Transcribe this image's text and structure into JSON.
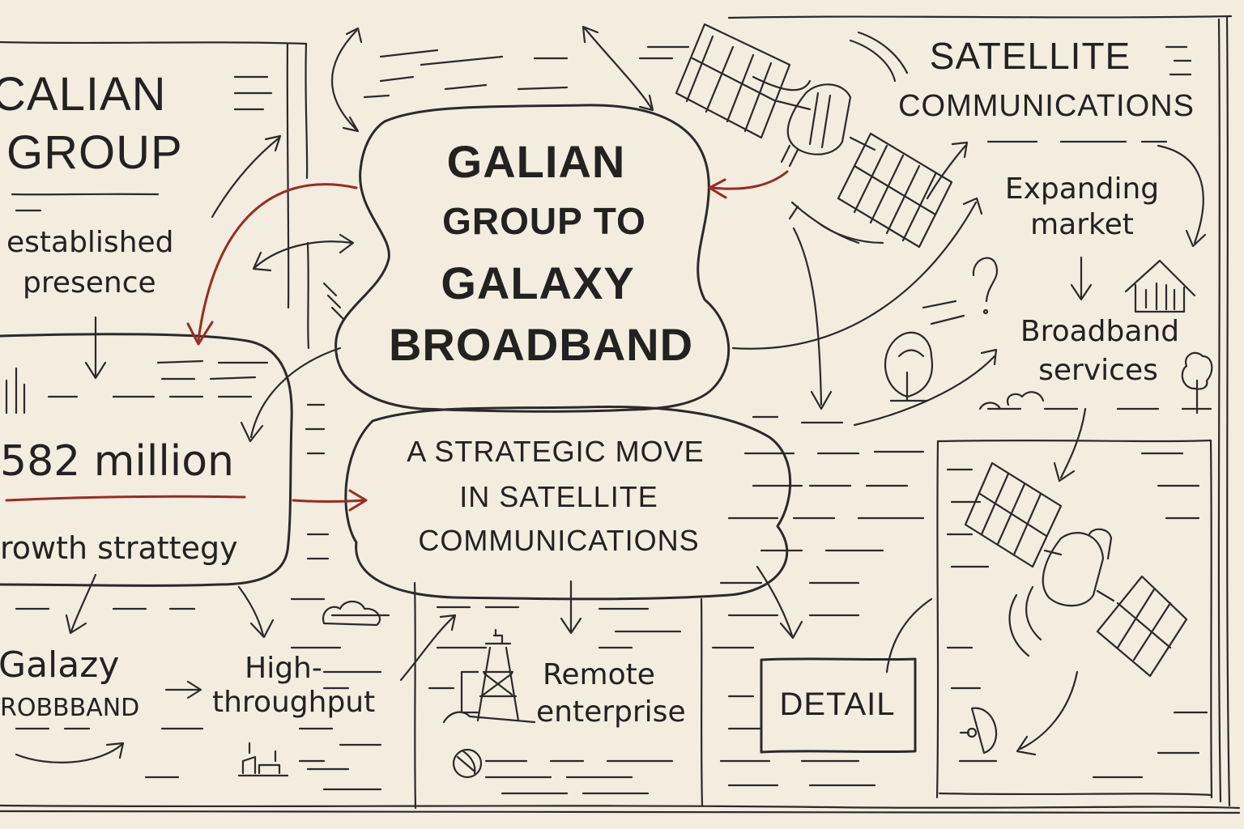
{
  "left_panel": {
    "title_line1": "CALIAN",
    "title_line2": "GROUP",
    "established_line1": "established",
    "established_line2": "presence",
    "amount": "582 million",
    "growth": "rowth strattegy",
    "galazy_line1": "Galazy",
    "galazy_line2": "ROBBBAND",
    "high_line1": "High-",
    "high_line2": "throughput"
  },
  "center": {
    "title_line1": "GALIAN",
    "title_line2": "GROUP TO",
    "title_line3": "GALAXY",
    "title_line4": "BROADBAND",
    "subtitle_line1": "A STRATEGIC MOVE",
    "subtitle_line2": "IN SATELLITE",
    "subtitle_line3": "COMMUNICATIONS",
    "remote_line1": "Remote",
    "remote_line2": "enterprise"
  },
  "right_panel": {
    "title_line1": "SATELLITE",
    "title_line2": "COMMUNICATIONS",
    "expanding_line1": "Expanding",
    "expanding_line2": "market",
    "broadband_line1": "Broadband",
    "broadband_line2": "services",
    "detail": "DETAIL"
  },
  "colors": {
    "paper": "#f2eddf",
    "ink": "#2b2a27",
    "accent_red": "#9c2a24"
  },
  "icons": [
    "satellite-icon",
    "satellite-icon-small",
    "tower-icon",
    "house-icon",
    "tree-icon",
    "dish-icon",
    "globe-icon",
    "cloud-icon",
    "factory-icon",
    "chart-bars-icon",
    "question-mark-icon"
  ]
}
